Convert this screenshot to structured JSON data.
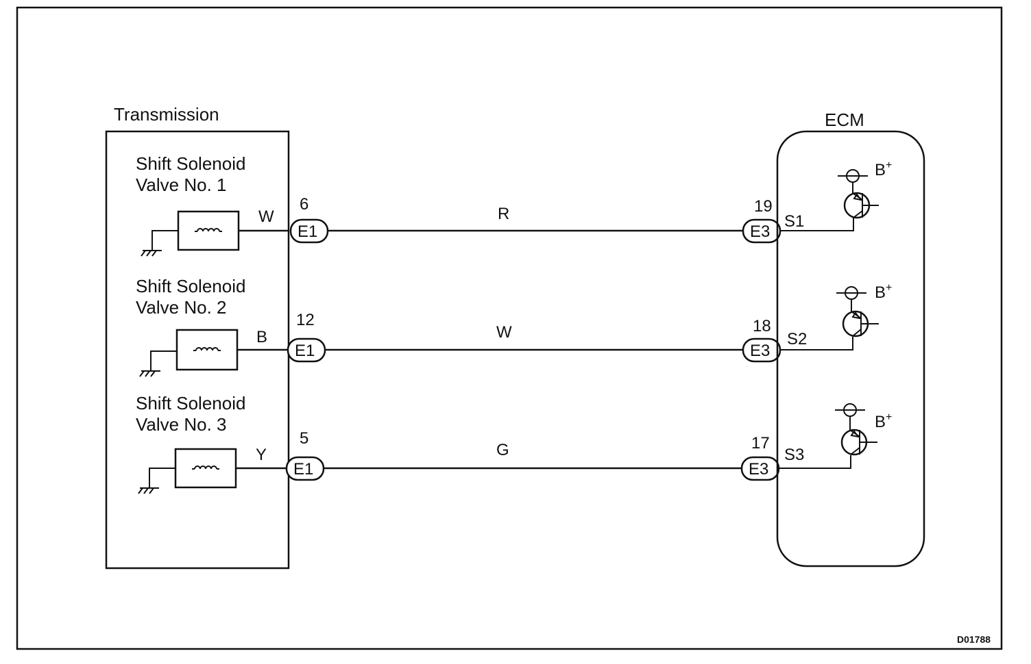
{
  "transmission": {
    "label": "Transmission",
    "solenoids": [
      {
        "name_line1": "Shift Solenoid",
        "name_line2": "Valve No. 1",
        "wire_color": "W"
      },
      {
        "name_line1": "Shift Solenoid",
        "name_line2": "Valve No. 2",
        "wire_color": "B"
      },
      {
        "name_line1": "Shift Solenoid",
        "name_line2": "Valve No. 3",
        "wire_color": "Y"
      }
    ]
  },
  "ecm": {
    "label": "ECM",
    "drivers": [
      {
        "terminal": "S1",
        "supply": "B",
        "supply_sup": "+"
      },
      {
        "terminal": "S2",
        "supply": "B",
        "supply_sup": "+"
      },
      {
        "terminal": "S3",
        "supply": "B",
        "supply_sup": "+"
      }
    ]
  },
  "circuits": [
    {
      "left_connector": "E1",
      "left_pin": "6",
      "wire_color": "R",
      "right_connector": "E3",
      "right_pin": "19"
    },
    {
      "left_connector": "E1",
      "left_pin": "12",
      "wire_color": "W",
      "right_connector": "E3",
      "right_pin": "18"
    },
    {
      "left_connector": "E1",
      "left_pin": "5",
      "wire_color": "G",
      "right_connector": "E3",
      "right_pin": "17"
    }
  ],
  "figure_code": "D01788"
}
